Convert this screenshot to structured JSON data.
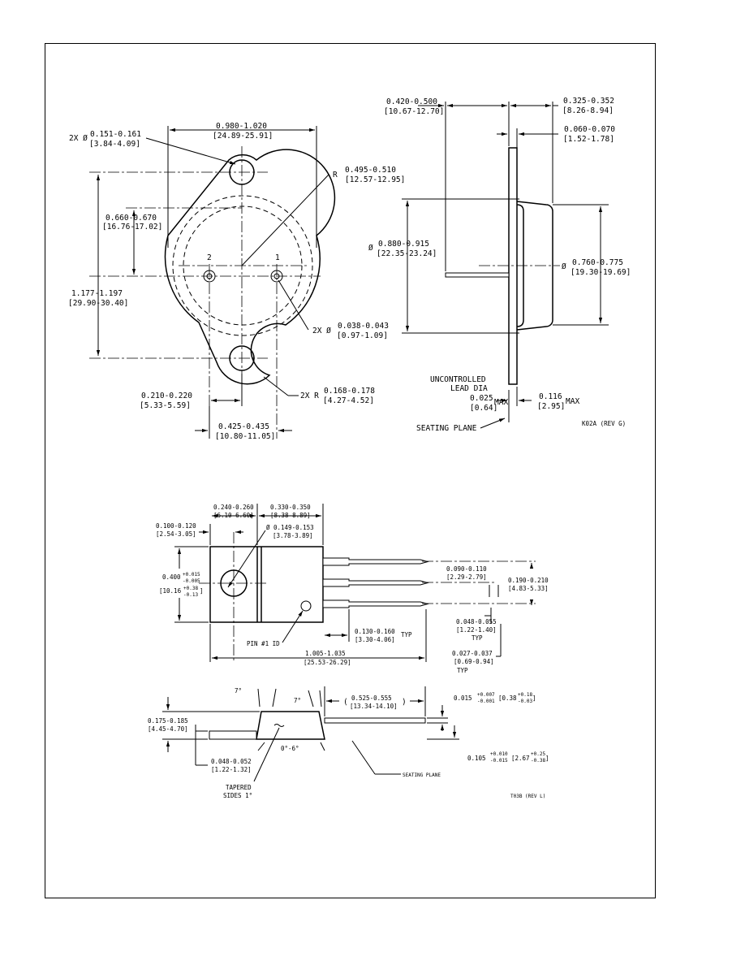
{
  "to3": {
    "hole_dia": {
      "prefix": "2X Ø",
      "inch": "0.151-0.161",
      "mm": "[3.84-4.09]"
    },
    "width": {
      "inch": "0.980-1.020",
      "mm": "[24.89-25.91]"
    },
    "radius": {
      "prefix": "R",
      "inch": "0.495-0.510",
      "mm": "[12.57-12.95]"
    },
    "hole_offset": {
      "inch": "0.660-0.670",
      "mm": "[16.76-17.02]"
    },
    "hole_spacing": {
      "inch": "1.177-1.197",
      "mm": "[29.90-30.40]"
    },
    "pin_dia": {
      "prefix": "2X Ø",
      "inch": "0.038-0.043",
      "mm": "[0.97-1.09]"
    },
    "pin_offset": {
      "inch": "0.210-0.220",
      "mm": "[5.33-5.59]"
    },
    "corner_radius": {
      "prefix": "2X R",
      "inch": "0.168-0.178",
      "mm": "[4.27-4.52]"
    },
    "pin_spacing": {
      "inch": "0.425-0.435",
      "mm": "[10.80-11.05]"
    },
    "pin1_label": "1",
    "pin2_label": "2",
    "side_length": {
      "inch": "0.420-0.500",
      "mm": "[10.67-12.70]"
    },
    "side_height": {
      "inch": "0.325-0.352",
      "mm": "[8.26-8.94]"
    },
    "flange_thk": {
      "inch": "0.060-0.070",
      "mm": "[1.52-1.78]"
    },
    "cap_dia": {
      "prefix": "Ø",
      "inch": "0.880-0.915",
      "mm": "[22.35-23.24]"
    },
    "body_dia": {
      "prefix": "Ø",
      "inch": "0.760-0.775",
      "mm": "[19.30-19.69]"
    },
    "uncontrolled": {
      "line1": "UNCONTROLLED",
      "line2": "LEAD DIA",
      "inch": "0.025",
      "mm": "[0.64]",
      "suffix": "MAX"
    },
    "max_116": {
      "inch": "0.116",
      "mm": "[2.95]",
      "suffix": "MAX"
    },
    "seating_plane": "SEATING PLANE",
    "drawing_id": "K02A (REV G)"
  },
  "to220": {
    "tab_width": {
      "inch": "0.240-0.260",
      "mm": "[6.10-6.60]"
    },
    "body_len": {
      "inch": "0.330-0.350",
      "mm": "[8.38-8.89]"
    },
    "hole_offset": {
      "inch": "0.100-0.120",
      "mm": "[2.54-3.05]"
    },
    "hole_dia": {
      "prefix": "Ø",
      "inch": "0.149-0.153",
      "mm": "[3.78-3.89]"
    },
    "height": {
      "inch": "0.400",
      "tol_plus": "+0.015",
      "tol_minus": "-0.005",
      "mm": "[10.16",
      "mm_plus": "+0.38",
      "mm_minus": "-0.13",
      "mm_close": "]"
    },
    "lead_pitch": {
      "inch": "0.090-0.110",
      "mm": "[2.29-2.79]"
    },
    "lead_span": {
      "inch": "0.190-0.210",
      "mm": "[4.83-5.33]"
    },
    "pin1_id": "PIN #1 ID",
    "lead_base": {
      "inch": "0.130-0.160",
      "suffix": "TYP",
      "mm": "[3.30-4.06]"
    },
    "lead_width": {
      "inch": "0.048-0.055",
      "mm": "[1.22-1.40]",
      "suffix": "TYP"
    },
    "overall_len": {
      "inch": "1.005-1.035",
      "mm": "[25.53-26.29]"
    },
    "lead_thk": {
      "inch": "0.027-0.037",
      "mm": "[0.69-0.94]",
      "suffix": "TYP"
    },
    "angle_left": "7°",
    "angle_right": "7°",
    "lead_len": {
      "paren_open": "(",
      "inch": "0.525-0.555",
      "mm": "[13.34-14.10]",
      "paren_close": ")"
    },
    "lead_t": {
      "inch": "0.015",
      "tol_plus": "+0.007",
      "tol_minus": "-0.001",
      "mm": "[0.38",
      "mm_plus": "+0.18",
      "mm_minus": "-0.03",
      "mm_close": "]"
    },
    "body_thk": {
      "inch": "0.175-0.185",
      "mm": "[4.45-4.70]"
    },
    "lead_angle": "0°-6°",
    "tab_thk": {
      "inch": "0.048-0.052",
      "mm": "[1.22-1.32]"
    },
    "tapered": {
      "line1": "TAPERED",
      "line2": "SIDES 1°"
    },
    "lead_offset": {
      "inch": "0.105",
      "tol_plus": "+0.010",
      "tol_minus": "-0.015",
      "mm": "[2.67",
      "mm_plus": "+0.25",
      "mm_minus": "-0.38",
      "mm_close": "]"
    },
    "seating_plane": "SEATING PLANE",
    "drawing_id": "T03B (REV L)"
  }
}
